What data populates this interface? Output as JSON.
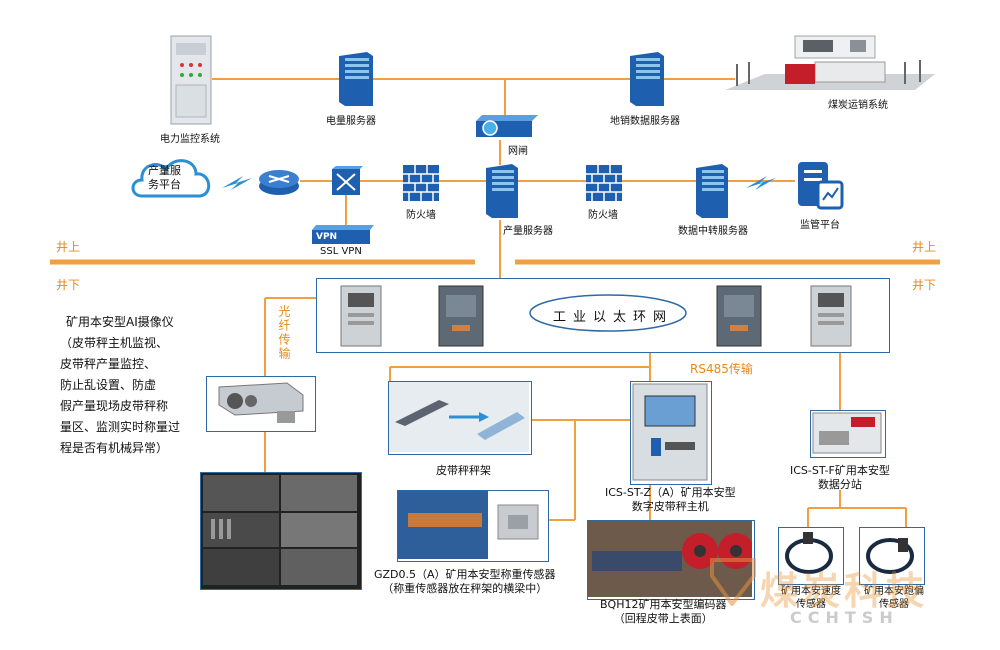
{
  "labels": {
    "power_monitor": "电力监控系统",
    "power_server": "电量服务器",
    "gatekeeper": "网闸",
    "sales_server": "地销数据服务器",
    "coal_transport": "煤炭运销系统",
    "production_platform_line1": "产量服",
    "production_platform_line2": "务平台",
    "firewall_left": "防火墙",
    "firewall_right": "防火墙",
    "production_server": "产量服务器",
    "relay_server": "数据中转服务器",
    "supervision_platform": "监管平台",
    "ssl_vpn": "SSL VPN",
    "vpn_box_text": "VPN",
    "above_ground_left": "井上",
    "above_ground_right": "井上",
    "underground_left": "井下",
    "underground_right": "井下",
    "ring_network": "工业以太环网",
    "fiber": "光纤传输",
    "rs485": "RS485传输",
    "camera_title": "矿用本安型AI摄像仪",
    "camera_desc": "（皮带秤主机监视、\n皮带秤产量监控、\n防止乱设置、防虚\n假产量现场皮带秤称\n量区、监测实时称量过\n程是否有机械异常）",
    "scale_frame": "皮带秤秤架",
    "host_line1": "ICS-ST-Z（A）矿用本安型",
    "host_line2": "数字皮带秤主机",
    "substation_line1": "ICS-ST-F矿用本安型",
    "substation_line2": "数据分站",
    "load_sensor_line1": "GZD0.5（A）矿用本安型称重传感器",
    "load_sensor_line2": "（称重传感器放在秤架的横梁中）",
    "encoder_line1": "BQH12矿用本安型编码器",
    "encoder_line2": "（回程皮带上表面）",
    "speed_sensor_line1": "矿用本安速度",
    "speed_sensor_line2": "传感器",
    "deviation_sensor_line1": "矿用本安跑偏",
    "deviation_sensor_line2": "传感器",
    "watermark": "煤炭科技",
    "watermark_sub": "CCHTSH"
  },
  "colors": {
    "wire": "#f0a040",
    "frame": "#2e6aa6",
    "server": "#1f5fb0",
    "accent_orange": "#e58a1f"
  }
}
